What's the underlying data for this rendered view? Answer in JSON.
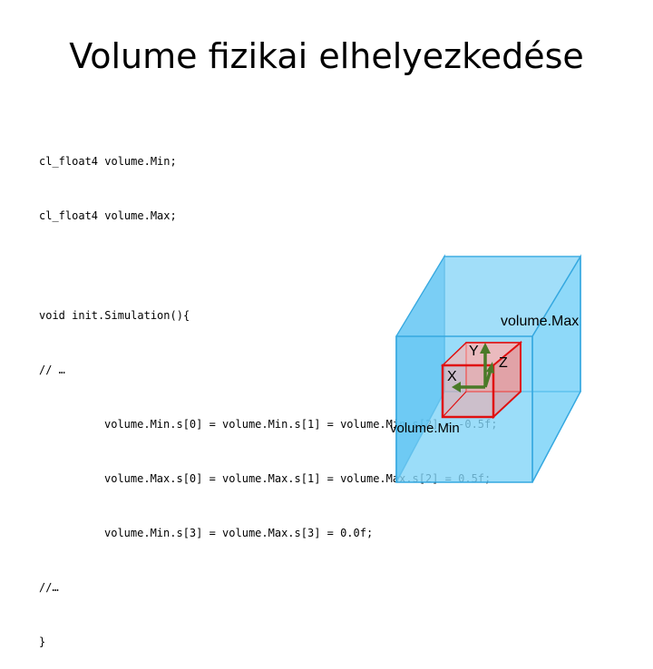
{
  "slide": {
    "title": "Volume fizikai elhelyezkedése"
  },
  "code": {
    "line1": "cl_float4 volume.Min;",
    "line2": "cl_float4 volume.Max;",
    "line3": "void init.Simulation(){",
    "line4": "// …",
    "line5": "volume.Min.s[0] = volume.Min.s[1] = volume.Min.s[2] = -0.5f;",
    "line6": "volume.Max.s[0] = volume.Max.s[1] = volume.Max.s[2] = 0.5f;",
    "line7": "volume.Min.s[3] = volume.Max.s[3] = 0.0f;",
    "line8": "//…",
    "line9": "}"
  },
  "diagram": {
    "label_volume_max": "volume.Max",
    "label_volume_min": "volume.Min",
    "axis_x": "X",
    "axis_y": "Y",
    "axis_z": "Z",
    "colors": {
      "volume_fill": "#5bc8f5",
      "volume_edge": "#35a8e0",
      "inner_cube_fill": "#f4a6a6",
      "inner_cube_edge": "#e01010",
      "axis": "#4a7a28"
    }
  }
}
